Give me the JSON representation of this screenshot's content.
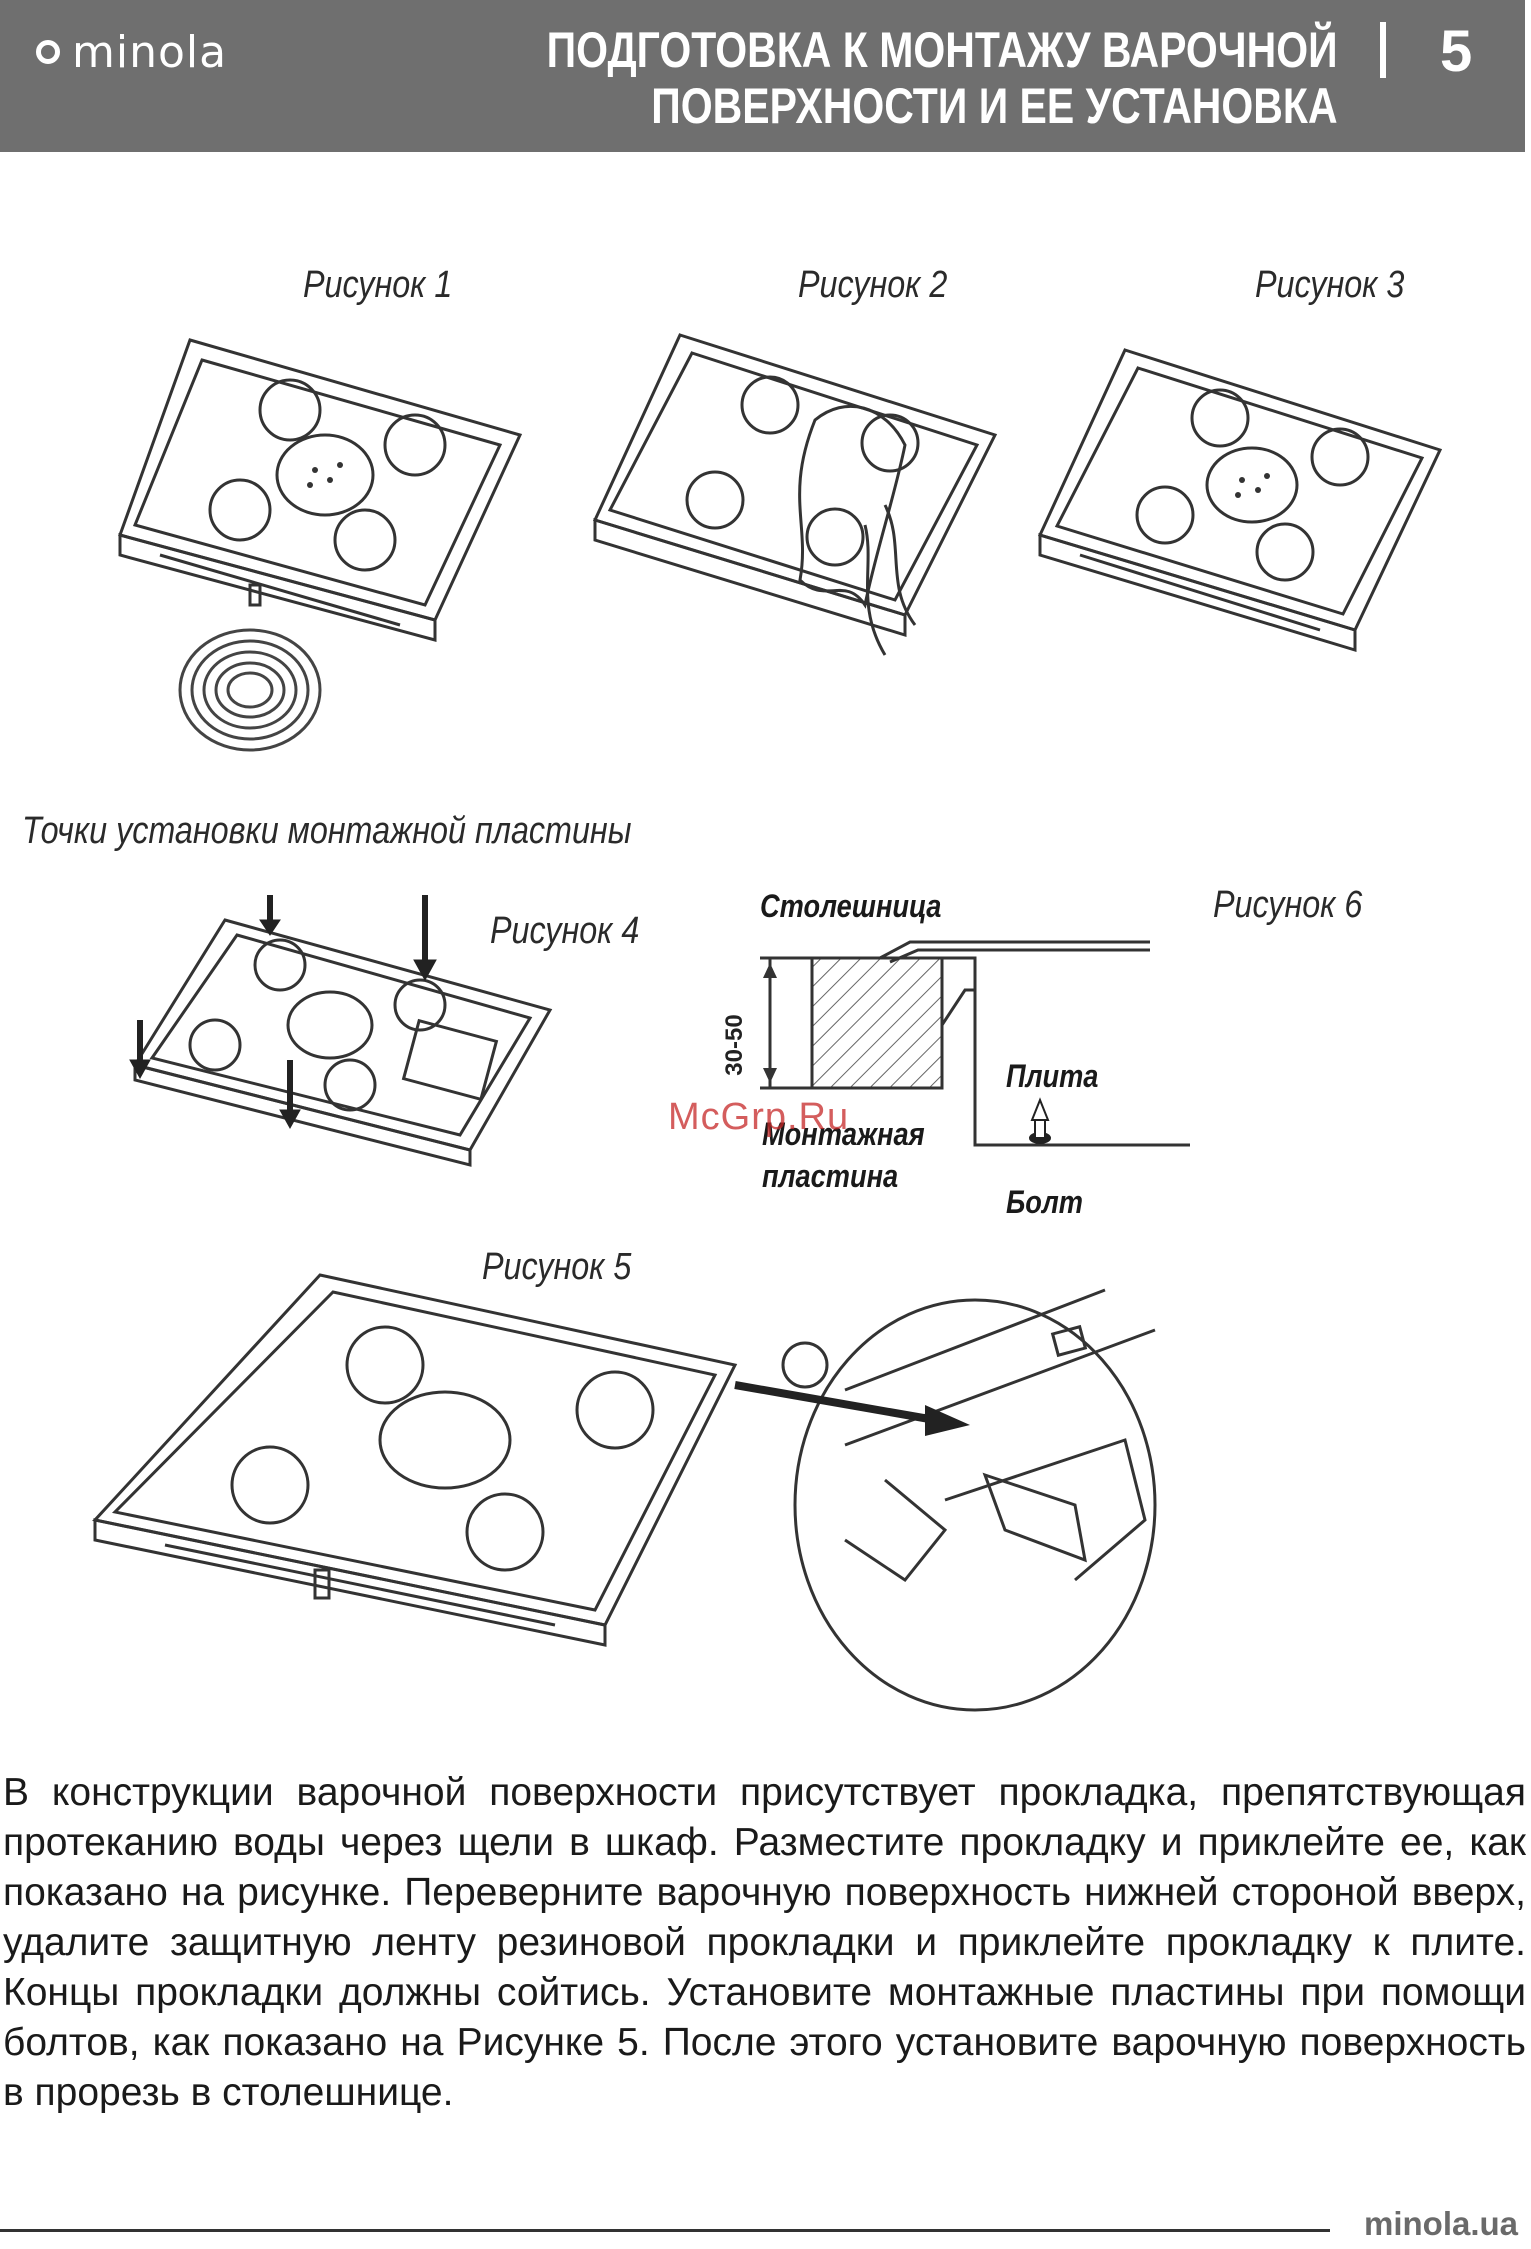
{
  "header": {
    "brand": "minola",
    "title_line1": "ПОДГОТОВКА К МОНТАЖУ ВАРОЧНОЙ",
    "title_line2": "ПОВЕРХНОСТИ И ЕЕ УСТАНОВКА",
    "page_number": "5"
  },
  "figures": {
    "fig1_caption": "Рисунок 1",
    "fig2_caption": "Рисунок 2",
    "fig3_caption": "Рисунок 3",
    "mounting_points_caption": "Точки установки монтажной пластины",
    "fig4_caption": "Рисунок 4",
    "fig5_caption": "Рисунок 5",
    "fig6_caption": "Рисунок 6"
  },
  "fig6_labels": {
    "countertop": "Столешница",
    "dimension": "30-50",
    "hob": "Плита",
    "plate_line1": "Монтажная",
    "plate_line2": "пластина",
    "bolt": "Болт"
  },
  "watermark": "McGrp.Ru",
  "body": {
    "paragraph": "В конструкции варочной поверхности присутствует прокладка, препятствующая протеканию воды через щели в шкаф. Разместите прокладку и приклейте ее, как показано на рисунке. Переверните варочную поверхность нижней стороной вверх, удалите защитную ленту резиновой прокладки и приклейте прокладку к плите. Концы прокладки должны сойтись. Установите монтажные пластины при помощи болтов, как показано на Рисунке 5. После этого установите варочную поверхность в прорезь в столешнице."
  },
  "footer": {
    "site": "minola.ua"
  }
}
